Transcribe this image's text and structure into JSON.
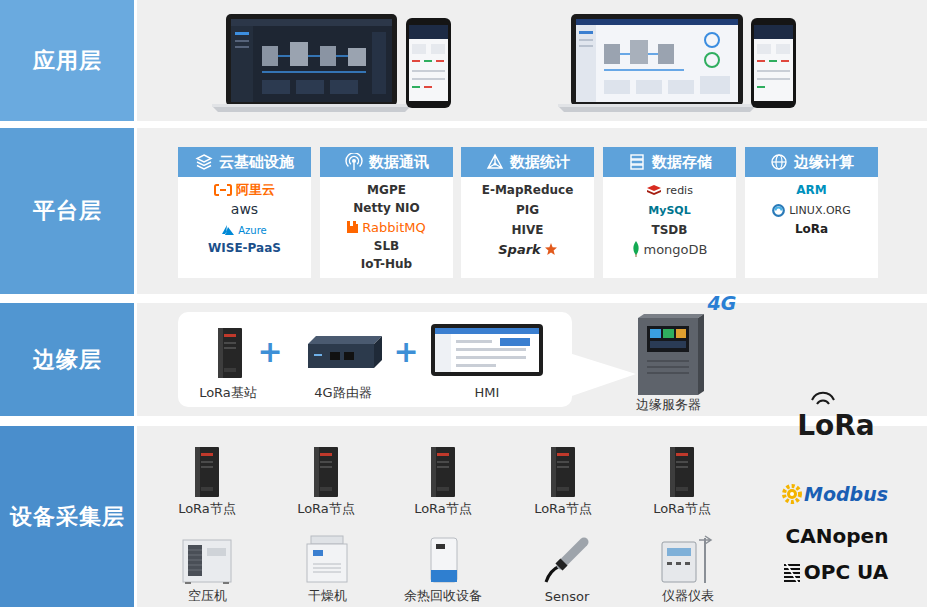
{
  "diagram": {
    "nodes": [
      {
        "text": [
          "应用层"
        ]
      },
      {
        "text": [
          "平台层"
        ]
      },
      {
        "text": [
          "云基础设施",
          "阿里云",
          "aws",
          "Azure",
          "WISE-PaaS"
        ],
        "in": 1
      },
      {
        "text": [
          "数据通讯",
          "MGPE",
          "Netty NIO",
          "RabbitMQ",
          "SLB",
          "IoT-Hub"
        ],
        "in": 1
      },
      {
        "text": [
          "数据统计",
          "E-MapReduce",
          "PIG",
          "HIVE",
          "Spark"
        ],
        "in": 1
      },
      {
        "text": [
          "数据存储",
          "redis",
          "MySQL",
          "TSDB",
          "mongoDB"
        ],
        "in": 1
      },
      {
        "text": [
          "边缘计算",
          "ARM",
          "LINUX.ORG",
          "LoRa"
        ],
        "in": 1
      },
      {
        "text": [
          "边缘层"
        ]
      },
      {
        "text": [
          "LoRa基站",
          "4G路由器",
          "HMI"
        ],
        "in": 7
      },
      {
        "text": [
          "设备采集层"
        ]
      }
    ],
    "labels": [
      "+",
      "+",
      "4G",
      "边缘服务器",
      "LoRa",
      "Modbus",
      "CANopen",
      "OPC UA",
      "LoRa节点",
      "LoRa节点",
      "LoRa节点",
      "LoRa节点",
      "LoRa节点",
      "空压机",
      "干燥机",
      "余热回收设备",
      "Sensor",
      "仪器仪表"
    ]
  }
}
